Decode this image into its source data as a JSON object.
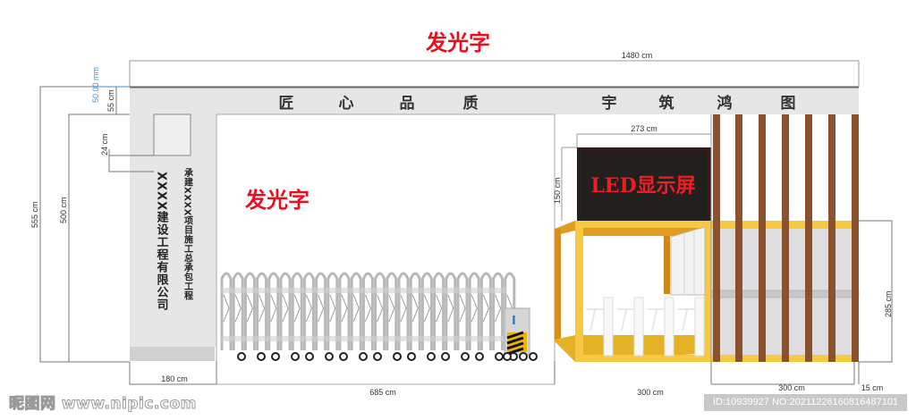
{
  "title": "发光字",
  "slogans": {
    "left": [
      "匠",
      "心",
      "品",
      "质"
    ],
    "right": [
      "宇",
      "筑",
      "鸿",
      "图"
    ]
  },
  "pillar": {
    "company": "XXXX建设工程有限公司",
    "project": "承建XXXX项目施工总承包工程"
  },
  "wall_glow_text": "发光字",
  "led_label": "LED显示屏",
  "dimensions": {
    "total_width": "1480 cm",
    "total_height": "555 cm",
    "wall_height": "500 cm",
    "band_height": "55 cm",
    "band_offset": "50.00 mm",
    "square_gap": "24 cm",
    "led_width": "273 cm",
    "led_height": "150 cm",
    "right_height": "285 cm",
    "pillar_width": "180 cm",
    "gate_width": "685 cm",
    "booth_width": "300 cm",
    "grille_width": "300 cm",
    "end_width": "15 cm"
  },
  "colors": {
    "red": "#e8101e",
    "yellow": "#f7c842",
    "brown": "#8b5230",
    "led_bg": "#231f1c",
    "panel_gray": "#e6e6e6"
  },
  "watermark": {
    "site": "昵图网 www.nipic.com",
    "id": "ID:10939927 NO:20211226160816487101"
  }
}
